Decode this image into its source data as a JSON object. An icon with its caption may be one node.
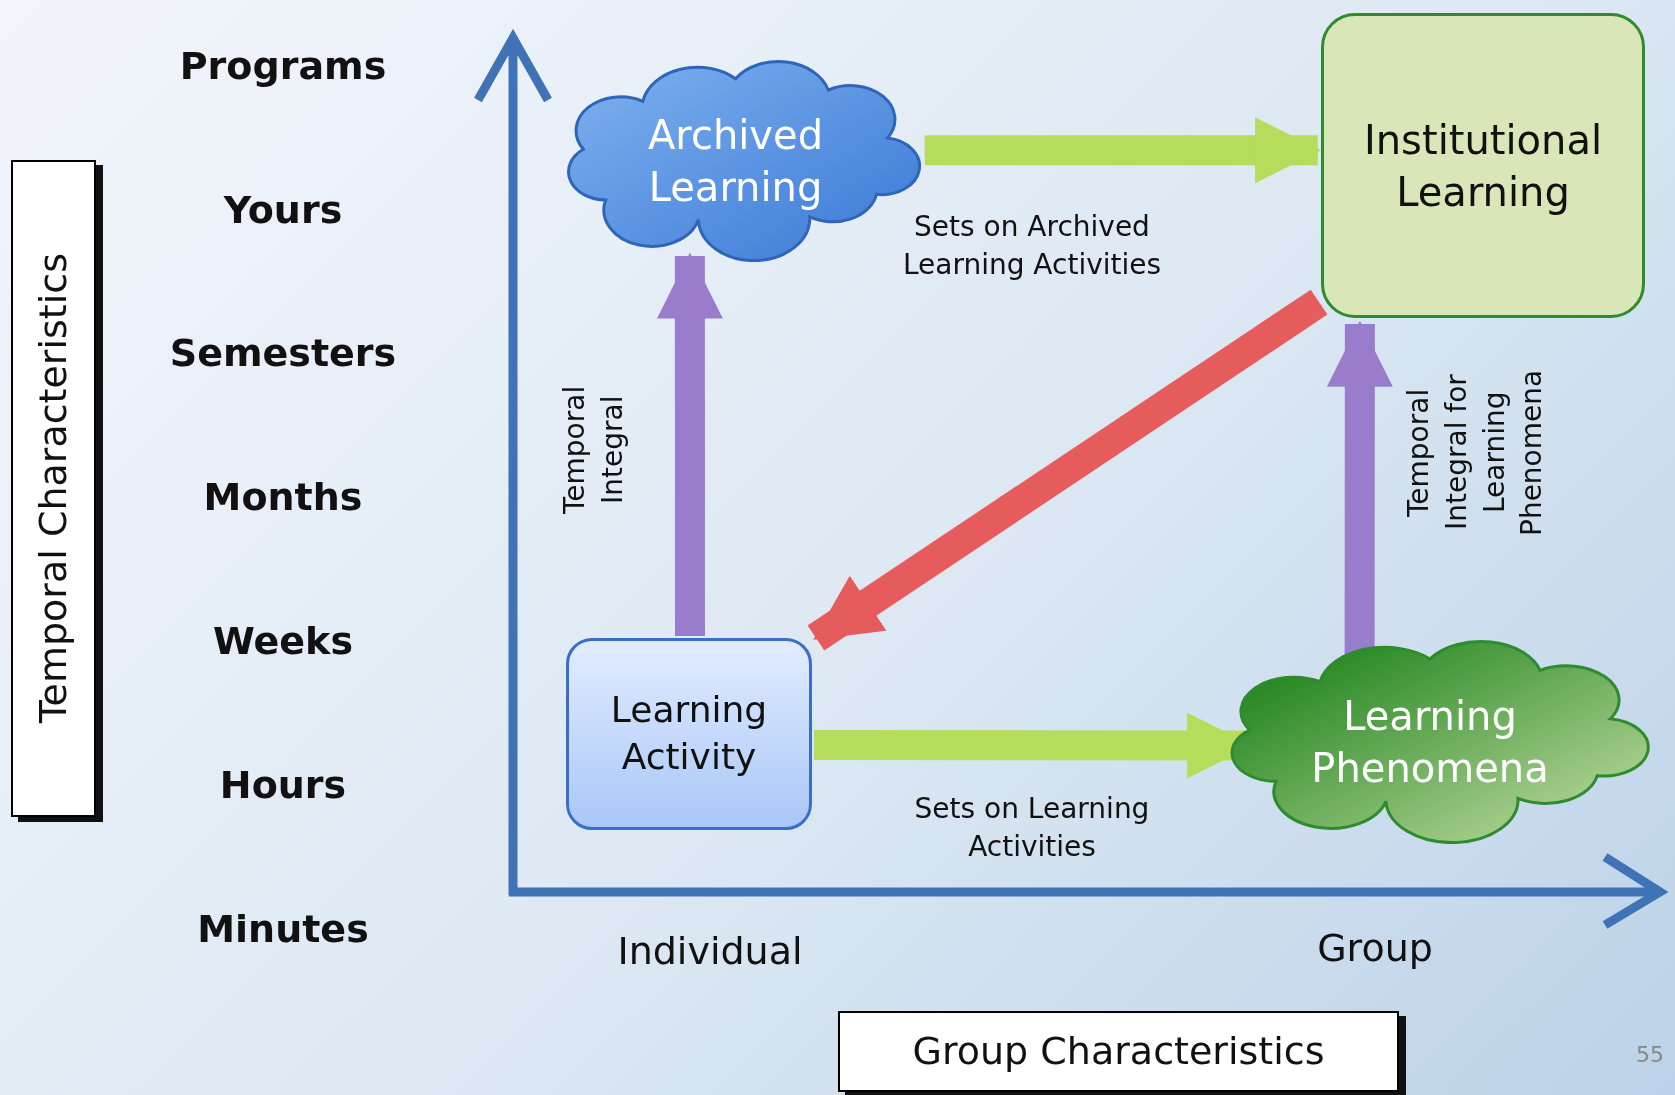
{
  "diagram": {
    "nodes": [
      {
        "text": [
          "Archived Learning"
        ]
      },
      {
        "text": [
          "Institutional Learning"
        ]
      },
      {
        "text": [
          "Learning Activity"
        ]
      },
      {
        "text": [
          "Learning Phenomena"
        ]
      },
      {
        "text": [
          "Temporal Characteristics"
        ]
      },
      {
        "text": [
          "Group Characteristics"
        ]
      }
    ],
    "edges": [
      {
        "from": 0,
        "to": 1,
        "arrow": "to",
        "label": "Sets on Archived Learning Activities",
        "color": "#b5dc5a"
      },
      {
        "from": 1,
        "to": 2,
        "arrow": "to",
        "color": "#e65c5c"
      },
      {
        "from": 2,
        "to": 0,
        "arrow": "to",
        "label": "Temporal Integral",
        "color": "#9a7ccc"
      },
      {
        "from": 2,
        "to": 3,
        "arrow": "to",
        "label": "Sets on Learning Activities",
        "color": "#b5dc5a"
      },
      {
        "from": 3,
        "to": 1,
        "arrow": "to",
        "label": "Temporal Integral for Learning Phenomena",
        "color": "#9a7ccc"
      }
    ],
    "labels": [
      "Programs",
      "Yours",
      "Semesters",
      "Months",
      "Weeks",
      "Hours",
      "Minutes",
      "Individual",
      "Group",
      "55"
    ]
  }
}
